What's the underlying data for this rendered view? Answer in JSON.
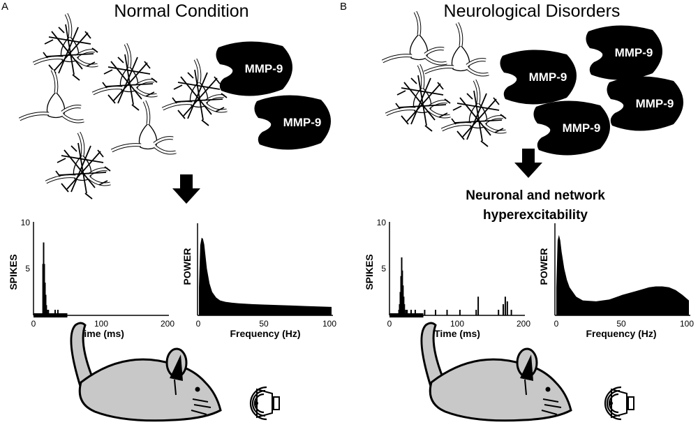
{
  "panels": [
    {
      "letter": "A",
      "title": "Normal Condition",
      "enzyme_labels": [
        "MMP-9",
        "MMP-9"
      ],
      "spikes_axis": {
        "ylabel": "SPIKES",
        "xlabel": "Time (ms)",
        "yticks": [
          "10",
          "5"
        ],
        "xticks": [
          "0",
          "100",
          "200"
        ]
      },
      "power_axis": {
        "ylabel": "POWER",
        "xlabel": "Frequency (Hz)",
        "xticks": [
          "0",
          "50",
          "100"
        ]
      }
    },
    {
      "letter": "B",
      "title": "Neurological Disorders",
      "enzyme_labels": [
        "MMP-9",
        "MMP-9",
        "MMP-9",
        "MMP-9"
      ],
      "result_lines": [
        "Neuronal and network",
        "hyperexcitability"
      ],
      "spikes_axis": {
        "ylabel": "SPIKES",
        "xlabel": "Time (ms)",
        "yticks": [
          "10",
          "5"
        ],
        "xticks": [
          "0",
          "100",
          "200"
        ]
      },
      "power_axis": {
        "ylabel": "POWER",
        "xlabel": "Frequency (Hz)",
        "xticks": [
          "0",
          "50",
          "100"
        ]
      }
    }
  ],
  "chart_data": [
    {
      "type": "bar",
      "panel": "A",
      "xlabel": "Time (ms)",
      "ylabel": "SPIKES",
      "xlim": [
        0,
        200
      ],
      "ylim": [
        0,
        10
      ],
      "x": [
        14,
        15,
        16,
        17,
        18,
        19,
        20,
        22,
        32,
        36
      ],
      "values": [
        5.5,
        7.8,
        5.5,
        3.5,
        2.2,
        1.1,
        0.6,
        0.6,
        0.6,
        0.6
      ],
      "stim_bar_ms": [
        0,
        50
      ]
    },
    {
      "type": "area",
      "panel": "A",
      "xlabel": "Frequency (Hz)",
      "ylabel": "POWER",
      "xlim": [
        0,
        100
      ],
      "ylim": [
        0,
        1
      ],
      "x": [
        0,
        1,
        2,
        3,
        4,
        5,
        6,
        8,
        10,
        13,
        16,
        20,
        25,
        30,
        40,
        50,
        60,
        70,
        80,
        90,
        100
      ],
      "values": [
        0.3,
        0.75,
        0.83,
        0.82,
        0.76,
        0.63,
        0.5,
        0.34,
        0.25,
        0.19,
        0.16,
        0.145,
        0.135,
        0.128,
        0.12,
        0.115,
        0.11,
        0.105,
        0.1,
        0.095,
        0.09
      ]
    },
    {
      "type": "bar",
      "panel": "B",
      "xlabel": "Time (ms)",
      "ylabel": "SPIKES",
      "xlim": [
        0,
        200
      ],
      "ylim": [
        0,
        10
      ],
      "x": [
        14,
        15,
        16,
        17,
        18,
        19,
        20,
        21,
        22,
        24,
        26,
        32,
        38,
        52,
        68,
        85,
        104,
        128,
        131,
        161,
        168,
        171,
        174,
        180
      ],
      "values": [
        0.6,
        1.2,
        2.5,
        4.2,
        6.2,
        4.8,
        3.2,
        2.0,
        1.2,
        0.6,
        0.6,
        0.6,
        0.6,
        0.6,
        0.6,
        0.6,
        0.6,
        0.6,
        2.0,
        0.6,
        1.2,
        2.0,
        1.5,
        0.6
      ],
      "stim_bar_ms": [
        0,
        50
      ]
    },
    {
      "type": "area",
      "panel": "B",
      "xlabel": "Frequency (Hz)",
      "ylabel": "POWER",
      "xlim": [
        0,
        100
      ],
      "ylim": [
        0,
        1
      ],
      "x": [
        0,
        1,
        2,
        3,
        4,
        6,
        8,
        10,
        15,
        20,
        30,
        40,
        50,
        60,
        70,
        75,
        80,
        85,
        90,
        95,
        100
      ],
      "values": [
        0.3,
        0.8,
        0.86,
        0.8,
        0.68,
        0.5,
        0.38,
        0.3,
        0.2,
        0.16,
        0.15,
        0.17,
        0.22,
        0.26,
        0.3,
        0.31,
        0.31,
        0.3,
        0.27,
        0.22,
        0.16
      ]
    }
  ],
  "colors": {
    "ink": "#000000",
    "mouse_fill": "#c8c8c8",
    "paper": "#ffffff"
  },
  "icons": [
    "neuron-icon",
    "astrocyte-icon",
    "mmp9-enzyme-icon",
    "down-arrow-icon",
    "mouse-icon",
    "electrode-icon",
    "speaker-icon"
  ]
}
